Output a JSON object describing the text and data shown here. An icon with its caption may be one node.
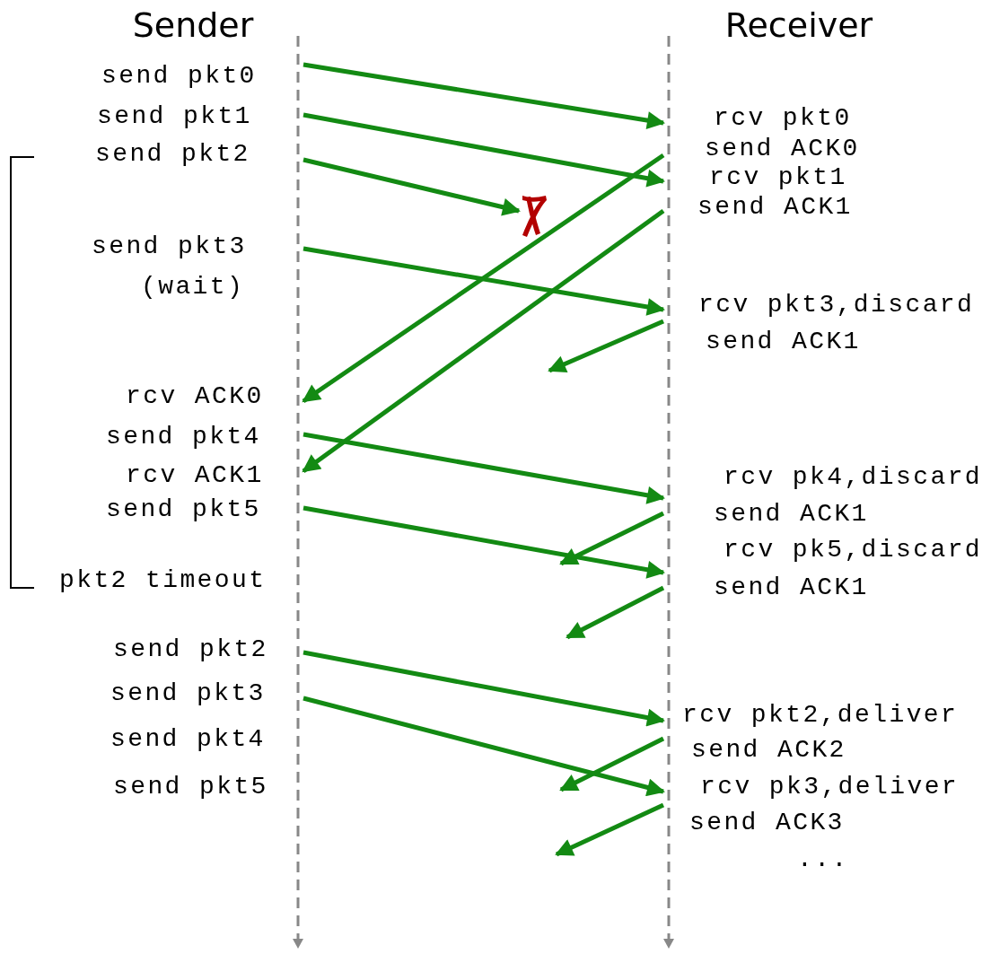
{
  "diagram": {
    "nodes": [
      {
        "text": [],
        "shape": "bar",
        "beside": [
          "Sender"
        ]
      },
      {
        "text": [],
        "shape": "bar",
        "beside": [
          "Receiver"
        ]
      },
      {
        "text": [],
        "shape": "cross"
      }
    ],
    "edges": [
      {
        "from": 0,
        "to": 1,
        "arrow": "to"
      },
      {
        "from": 0,
        "to": 1,
        "arrow": "to"
      },
      {
        "from": 0,
        "to": 2,
        "arrow": "to"
      },
      {
        "from": 1,
        "to": 0,
        "arrow": "to"
      },
      {
        "from": 1,
        "to": 0,
        "arrow": "to"
      },
      {
        "from": 0,
        "to": 1,
        "arrow": "to"
      },
      {
        "from": 1,
        "to": null,
        "arrow": "to"
      },
      {
        "from": 0,
        "to": 1,
        "arrow": "to"
      },
      {
        "from": 1,
        "to": null,
        "arrow": "to"
      },
      {
        "from": 0,
        "to": 1,
        "arrow": "to"
      },
      {
        "from": 1,
        "to": null,
        "arrow": "to"
      },
      {
        "from": 0,
        "to": 1,
        "arrow": "to"
      },
      {
        "from": 1,
        "to": null,
        "arrow": "to"
      },
      {
        "from": 0,
        "to": 1,
        "arrow": "to"
      },
      {
        "from": 1,
        "to": null,
        "arrow": "to"
      }
    ],
    "labels": [
      "send pkt0",
      "send pkt1",
      "rcv pkt0",
      "send ACK0",
      "send pkt2",
      "rcv pkt1",
      "send ACK1",
      "send pkt3",
      "(wait)",
      "rcv pkt3,discard",
      "send ACK1",
      "rcv ACK0",
      "send pkt4",
      "rcv ACK1",
      "rcv pk4,discard",
      "send pkt5",
      "send ACK1",
      "rcv pk5,discard",
      "pkt2 timeout",
      "send ACK1",
      "send pkt2",
      "send pkt3",
      "rcv pkt2,deliver",
      "send pkt4",
      "send ACK2",
      "send pkt5",
      "rcv pk3,deliver",
      "send ACK3",
      "..."
    ]
  }
}
